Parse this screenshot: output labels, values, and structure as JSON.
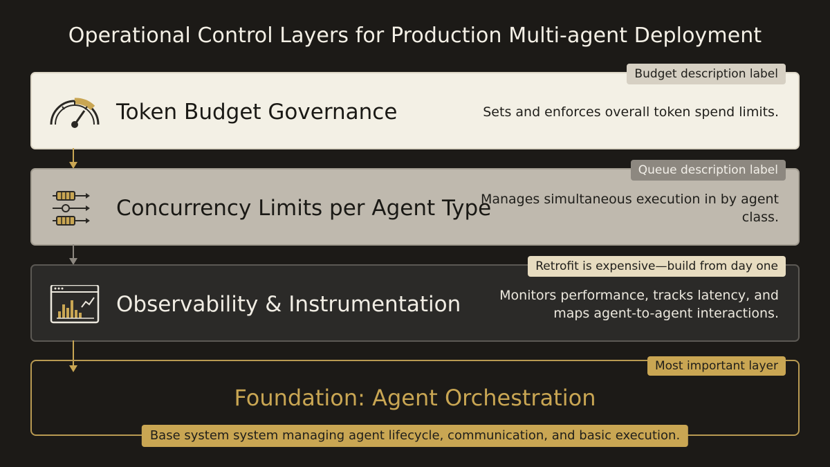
{
  "title": "Operational Control Layers for Production Multi-agent Deployment",
  "layers": [
    {
      "name": "Token Budget Governance",
      "description": "Sets and enforces overall token spend limits.",
      "tag": "Budget description label",
      "icon": "gauge-icon"
    },
    {
      "name": "Concurrency Limits per Agent Type",
      "description": "Manages simultaneous execution in by agent class.",
      "tag": "Queue description label",
      "icon": "queue-icon"
    },
    {
      "name": "Observability & Instrumentation",
      "description": "Monitors performance, tracks latency, and maps agent-to-agent interactions.",
      "tag": "Retrofit is expensive—build from day one",
      "icon": "monitor-chart-icon"
    }
  ],
  "foundation": {
    "name": "Foundation: Agent Orchestration",
    "description": "Base system system managing agent lifecycle, communication, and basic execution.",
    "tag": "Most important layer"
  },
  "colors": {
    "background": "#1c1a17",
    "accent_gold": "#c9a653",
    "layer1_fill": "#f3f0e5",
    "layer2_fill": "#bfb9ae",
    "layer3_fill": "#2b2a28"
  }
}
